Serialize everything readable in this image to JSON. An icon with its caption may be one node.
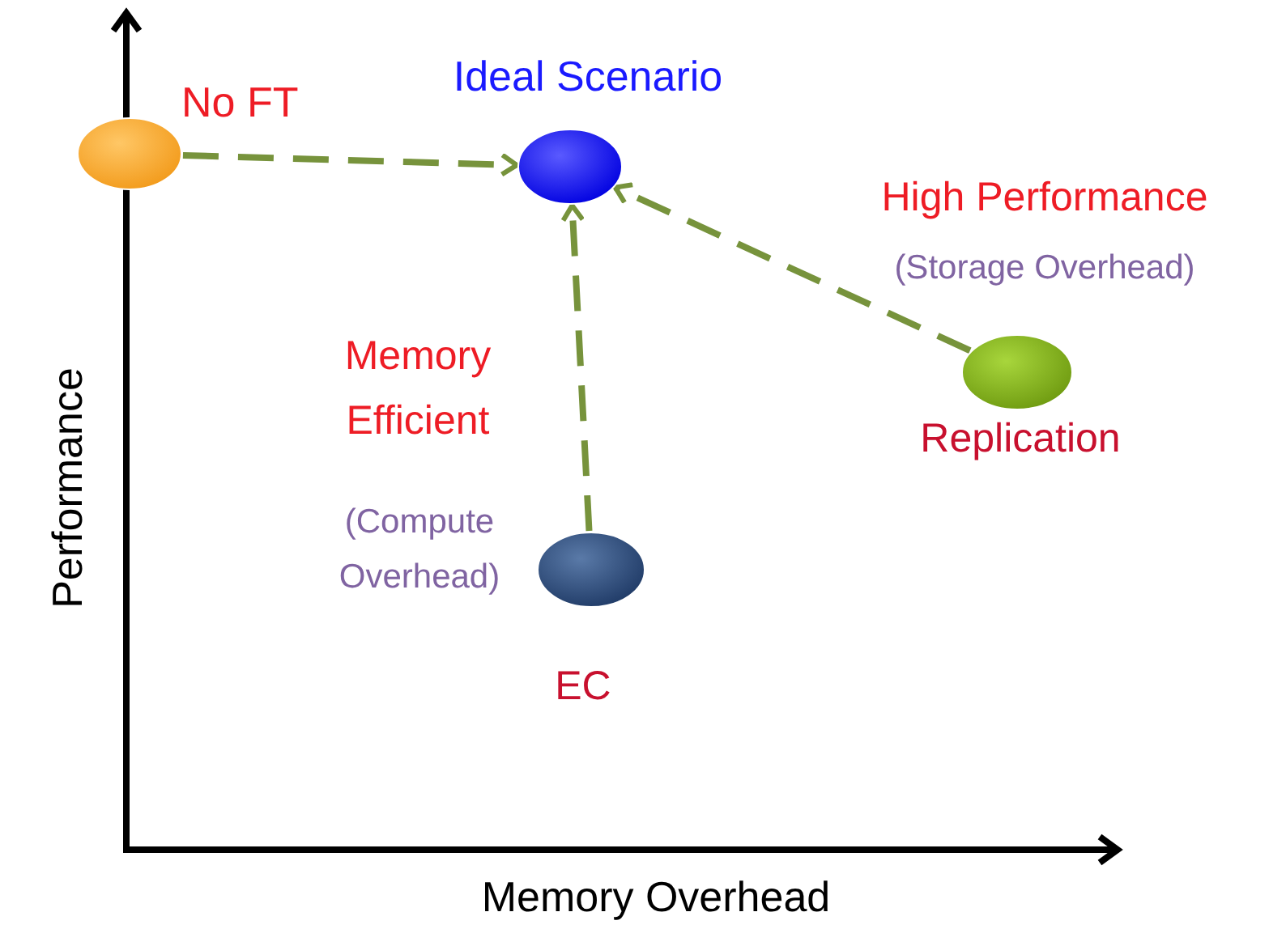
{
  "diagram": {
    "nodes": [
      {
        "text": [],
        "shape": "circle",
        "beside": [
          "No FT"
        ]
      },
      {
        "text": [],
        "shape": "circle",
        "beside": [
          "Ideal Scenario"
        ]
      },
      {
        "text": [],
        "shape": "circle",
        "beside": [
          "High Performance",
          "(Storage Overhead)",
          "Replication"
        ]
      },
      {
        "text": [],
        "shape": "circle",
        "beside": [
          "Memory Efficient",
          "(Compute Overhead)",
          "EC"
        ]
      }
    ],
    "edges": [
      {
        "from": 0,
        "to": 1,
        "arrow": "to",
        "style": "dashed"
      },
      {
        "from": 2,
        "to": 1,
        "arrow": "to",
        "style": "dashed"
      },
      {
        "from": 3,
        "to": 1,
        "arrow": "to",
        "style": "dashed"
      }
    ],
    "labels": [
      "Performance",
      "Memory Overhead"
    ]
  }
}
